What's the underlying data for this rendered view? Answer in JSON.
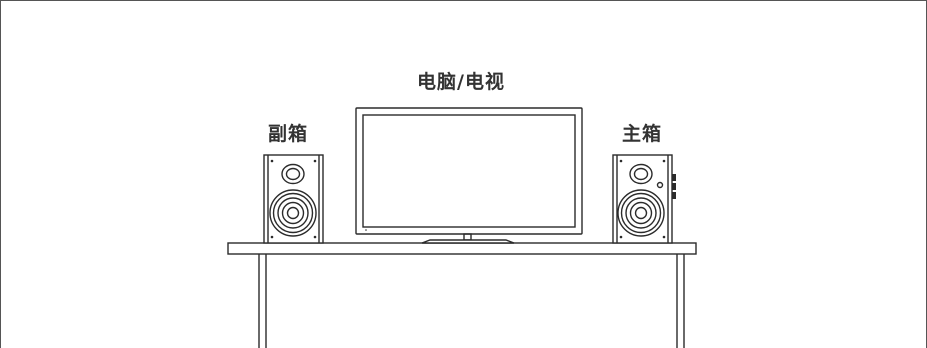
{
  "labels": {
    "tv": "电脑/电视",
    "secondary_speaker": "副箱",
    "main_speaker": "主箱"
  },
  "colors": {
    "line": "#2b2b2b",
    "frame": "#555555",
    "text": "#333333"
  }
}
